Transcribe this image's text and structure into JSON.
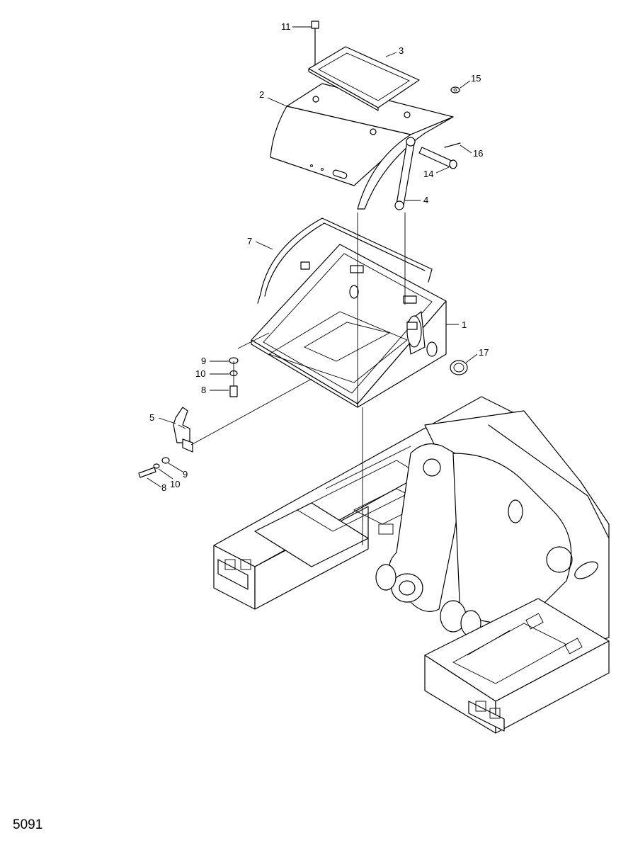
{
  "diagram": {
    "page_code": "5091",
    "callouts": [
      {
        "id": "c1",
        "label": "1"
      },
      {
        "id": "c2",
        "label": "2"
      },
      {
        "id": "c3",
        "label": "3"
      },
      {
        "id": "c4",
        "label": "4"
      },
      {
        "id": "c5",
        "label": "5"
      },
      {
        "id": "c7",
        "label": "7"
      },
      {
        "id": "c8a",
        "label": "8"
      },
      {
        "id": "c8b",
        "label": "8"
      },
      {
        "id": "c9a",
        "label": "9"
      },
      {
        "id": "c9b",
        "label": "9"
      },
      {
        "id": "c10a",
        "label": "10"
      },
      {
        "id": "c10b",
        "label": "10"
      },
      {
        "id": "c11",
        "label": "11"
      },
      {
        "id": "c14",
        "label": "14"
      },
      {
        "id": "c15",
        "label": "15"
      },
      {
        "id": "c16",
        "label": "16"
      },
      {
        "id": "c17",
        "label": "17"
      }
    ]
  }
}
